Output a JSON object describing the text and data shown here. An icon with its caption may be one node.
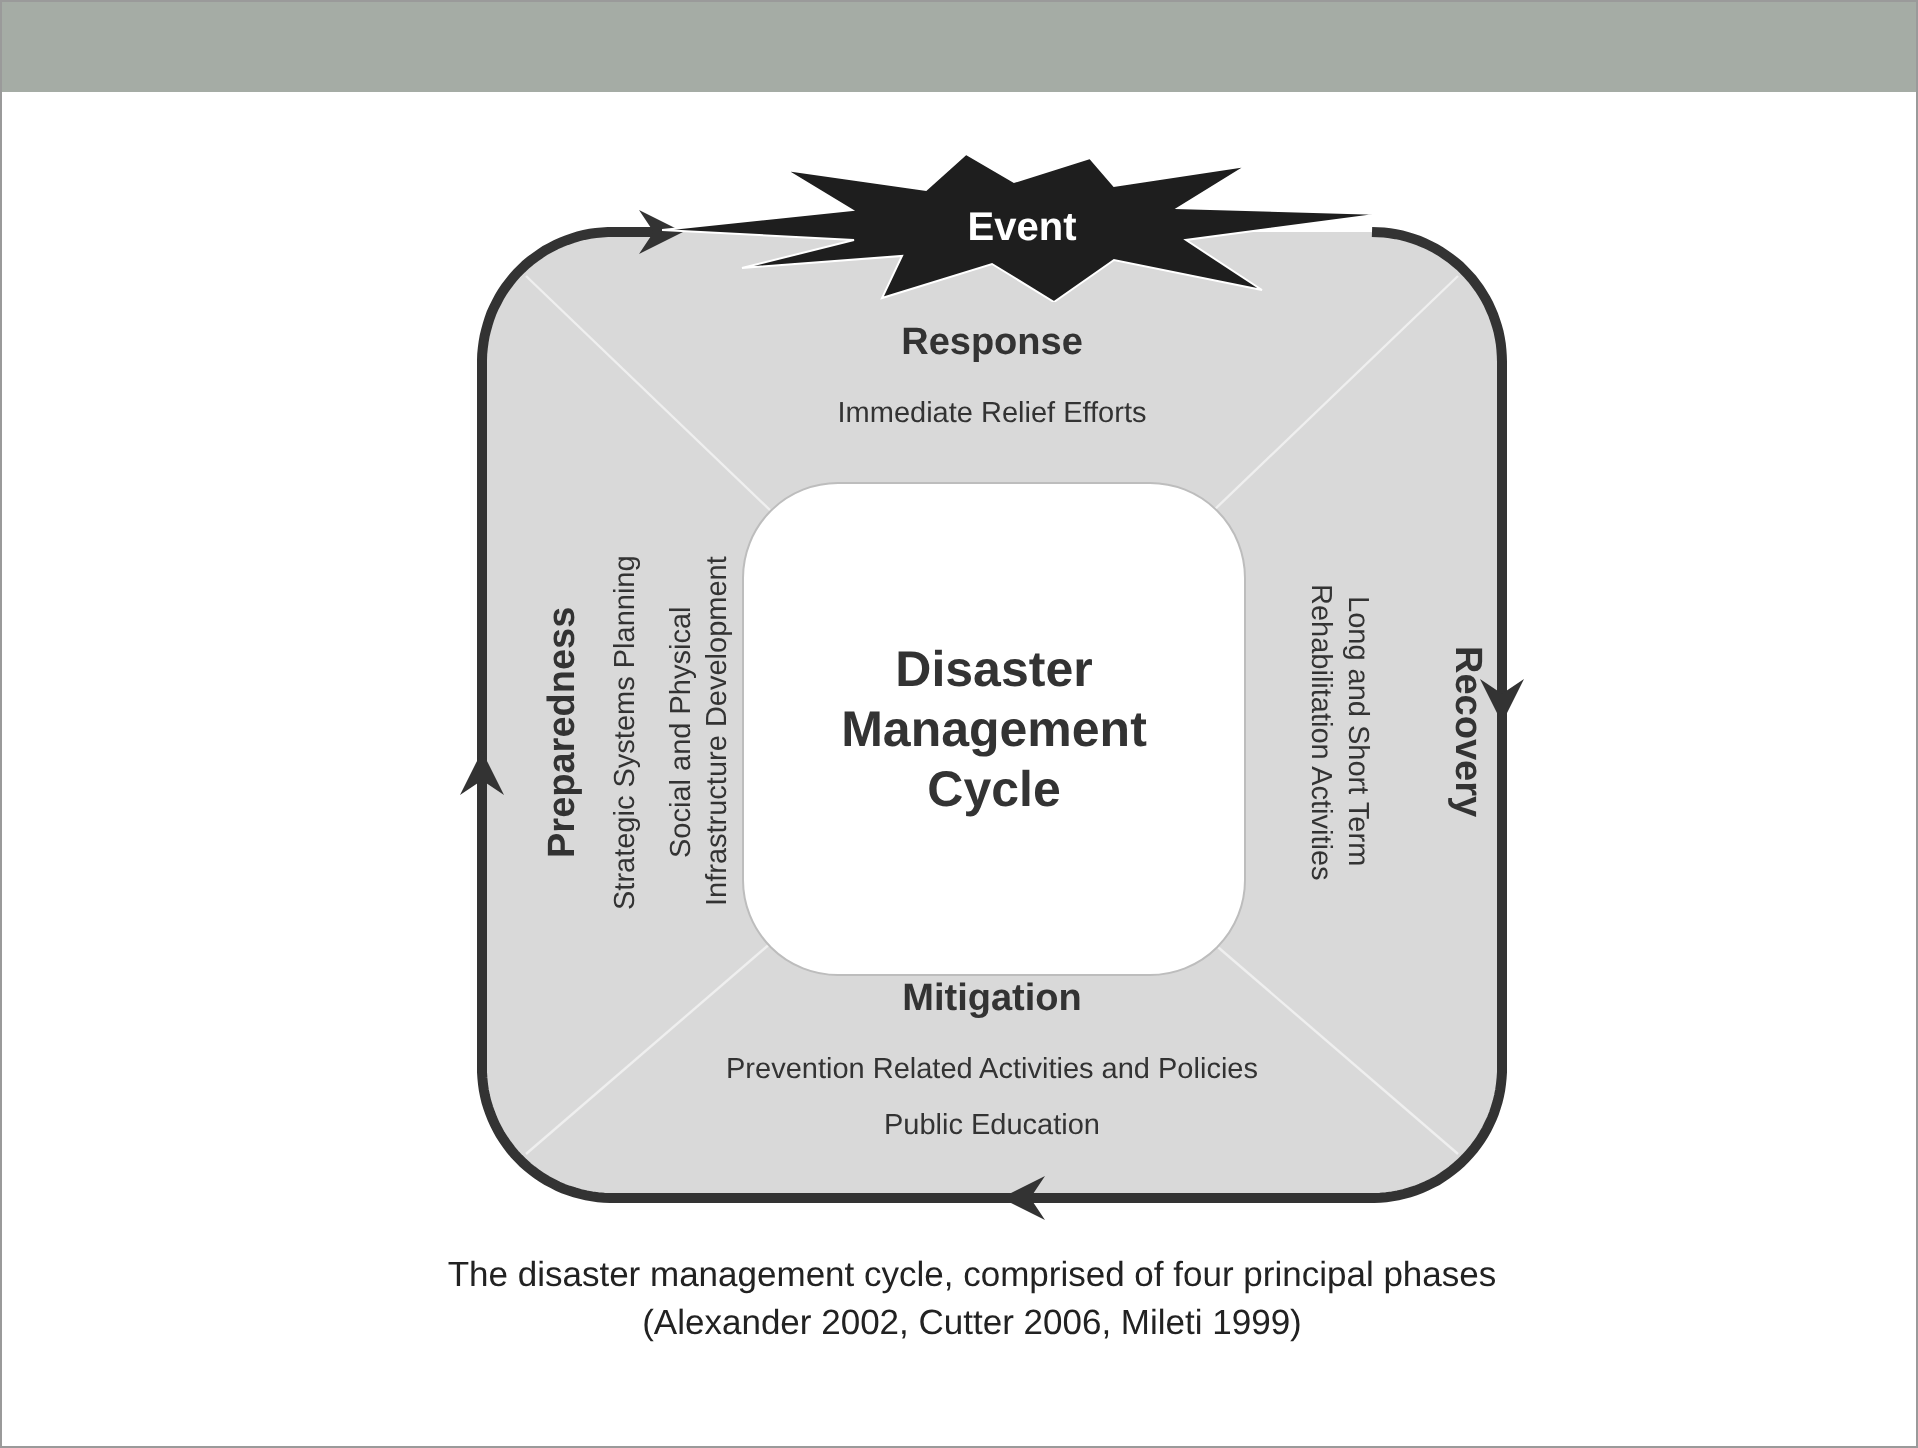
{
  "diagram": {
    "nodes": [
      {
        "text": [
          "Event"
        ]
      },
      {
        "text": [
          "Response",
          "Immediate Relief Efforts"
        ]
      },
      {
        "text": [
          "Recovery",
          "Long and Short Term Rehabilitation Activities"
        ]
      },
      {
        "text": [
          "Mitigation",
          "Prevention Related Activities and Policies",
          "Public Education"
        ]
      },
      {
        "text": [
          "Preparedness",
          "Strategic Systems Planning",
          "Social and Physical Infrastructure Development"
        ]
      },
      {
        "text": [
          "Disaster Management Cycle"
        ]
      }
    ],
    "edges": [
      {
        "from": 4,
        "to": 0,
        "arrow": "to"
      },
      {
        "from": 0,
        "to": 2,
        "arrow": "to"
      },
      {
        "from": 2,
        "to": 3,
        "arrow": "to"
      },
      {
        "from": 3,
        "to": 4,
        "arrow": "to"
      }
    ],
    "caption": "The disaster management cycle, comprised of four principal phases (Alexander 2002, Cutter 2006, Mileti 1999)"
  }
}
